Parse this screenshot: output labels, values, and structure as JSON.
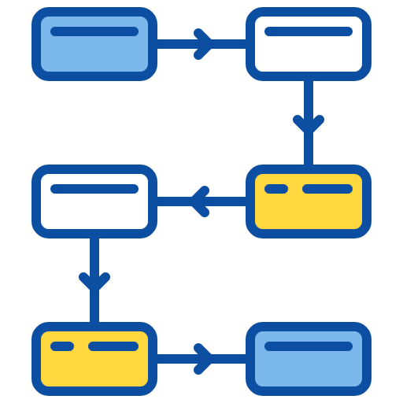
{
  "diagram": {
    "kind": "process-flow-icon",
    "colors": {
      "stroke": "#0B4EA2",
      "blue_fill": "#7AB8EC",
      "yellow_fill": "#FFD73F",
      "white_fill": "#FFFFFF"
    },
    "nodes": [
      {
        "id": "node-1",
        "fill": "blue_fill",
        "lines": "long"
      },
      {
        "id": "node-2",
        "fill": "white_fill",
        "lines": "long"
      },
      {
        "id": "node-3",
        "fill": "yellow_fill",
        "lines": "split"
      },
      {
        "id": "node-4",
        "fill": "white_fill",
        "lines": "long"
      },
      {
        "id": "node-5",
        "fill": "yellow_fill",
        "lines": "split"
      },
      {
        "id": "node-6",
        "fill": "blue_fill",
        "lines": "long"
      }
    ],
    "edges": [
      {
        "from": "node-1",
        "to": "node-2",
        "direction": "right"
      },
      {
        "from": "node-2",
        "to": "node-3",
        "direction": "down"
      },
      {
        "from": "node-3",
        "to": "node-4",
        "direction": "left"
      },
      {
        "from": "node-4",
        "to": "node-5",
        "direction": "down"
      },
      {
        "from": "node-5",
        "to": "node-6",
        "direction": "right"
      }
    ]
  }
}
